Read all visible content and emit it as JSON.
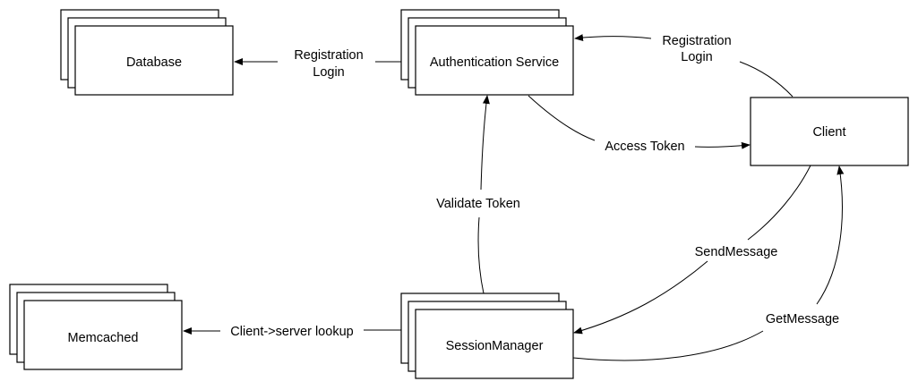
{
  "nodes": {
    "database": "Database",
    "auth": "Authentication Service",
    "client": "Client",
    "memcached": "Memcached",
    "session": "SessionManager"
  },
  "edges": {
    "auth_to_db": [
      "Registration",
      "Login"
    ],
    "client_to_auth": [
      "Registration",
      "Login"
    ],
    "access_token": "Access Token",
    "validate_token": "Validate Token",
    "send_message": "SendMessage",
    "get_message": "GetMessage",
    "server_lookup": "Client->server lookup"
  }
}
